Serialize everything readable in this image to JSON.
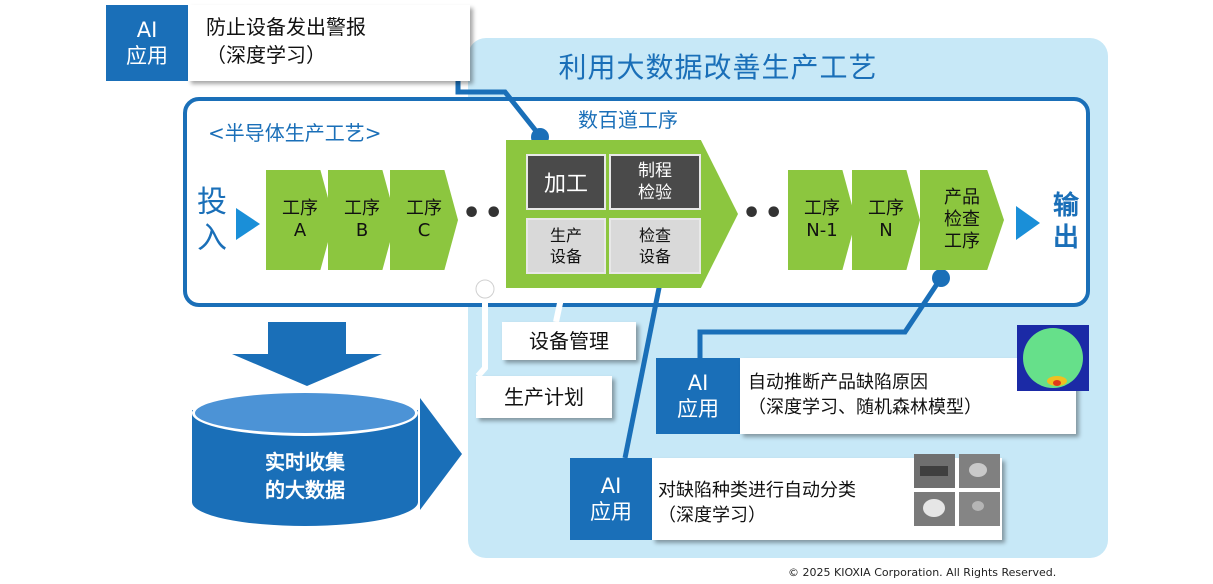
{
  "panel": {
    "title": "利用大数据改善生产工艺"
  },
  "process": {
    "title": "<半导体生产工艺>",
    "steps_label": "数百道工序",
    "input": "投入",
    "output": "输出",
    "left_steps": [
      {
        "line1": "工序",
        "line2": "A"
      },
      {
        "line1": "工序",
        "line2": "B"
      },
      {
        "line1": "工序",
        "line2": "C"
      }
    ],
    "right_steps": [
      {
        "line1": "工序",
        "line2": "N-1"
      },
      {
        "line1": "工序",
        "line2": "N"
      }
    ],
    "final_step": {
      "line1": "产品",
      "line2": "检查",
      "line3": "工序"
    },
    "dots": "•••",
    "center": {
      "processing": "加工",
      "inspection_line1": "制程",
      "inspection_line2": "检验",
      "equip_line1": "生产",
      "equip_line2": "设备",
      "inspect_equip_line1": "检查",
      "inspect_equip_line2": "设备"
    }
  },
  "labels": {
    "equipment_mgmt": "设备管理",
    "production_plan": "生产计划"
  },
  "bigdata": {
    "line1": "实时收集",
    "line2": "的大数据"
  },
  "ai_blocks": [
    {
      "tag_line1": "AI",
      "tag_line2": "应用",
      "text_line1": "防止设备发出警报",
      "text_line2": "（深度学习）"
    },
    {
      "tag_line1": "AI",
      "tag_line2": "应用",
      "text_line1": "自动推断产品缺陷原因",
      "text_line2": "（深度学习、随机森林模型）"
    },
    {
      "tag_line1": "AI",
      "tag_line2": "应用",
      "text_line1": "对缺陷种类进行自动分类",
      "text_line2": "（深度学习）"
    }
  ],
  "colors": {
    "blue": "#1a6fb8",
    "light_blue": "#c7e8f7",
    "green": "#8cc63f",
    "dark_gray": "#4a4a4a"
  },
  "copyright": "© 2025 KIOXIA Corporation. All Rights Reserved."
}
